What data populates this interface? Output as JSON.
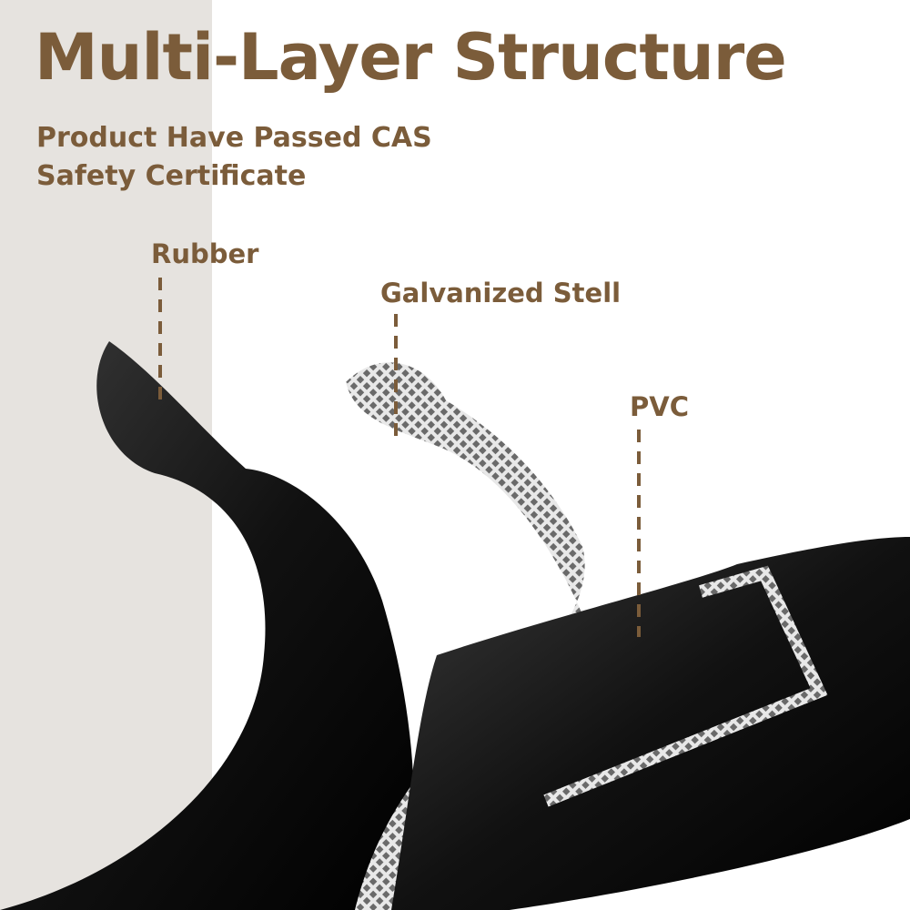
{
  "title": "Multi-Layer Structure",
  "subtitle_line1": "Product Have Passed CAS",
  "subtitle_line2": "Safety Certificate",
  "labels": {
    "rubber": "Rubber",
    "steel": "Galvanized Stell",
    "pvc": "PVC"
  },
  "colors": {
    "accent": "#7b5c3a",
    "panel": "#e6e3df"
  }
}
